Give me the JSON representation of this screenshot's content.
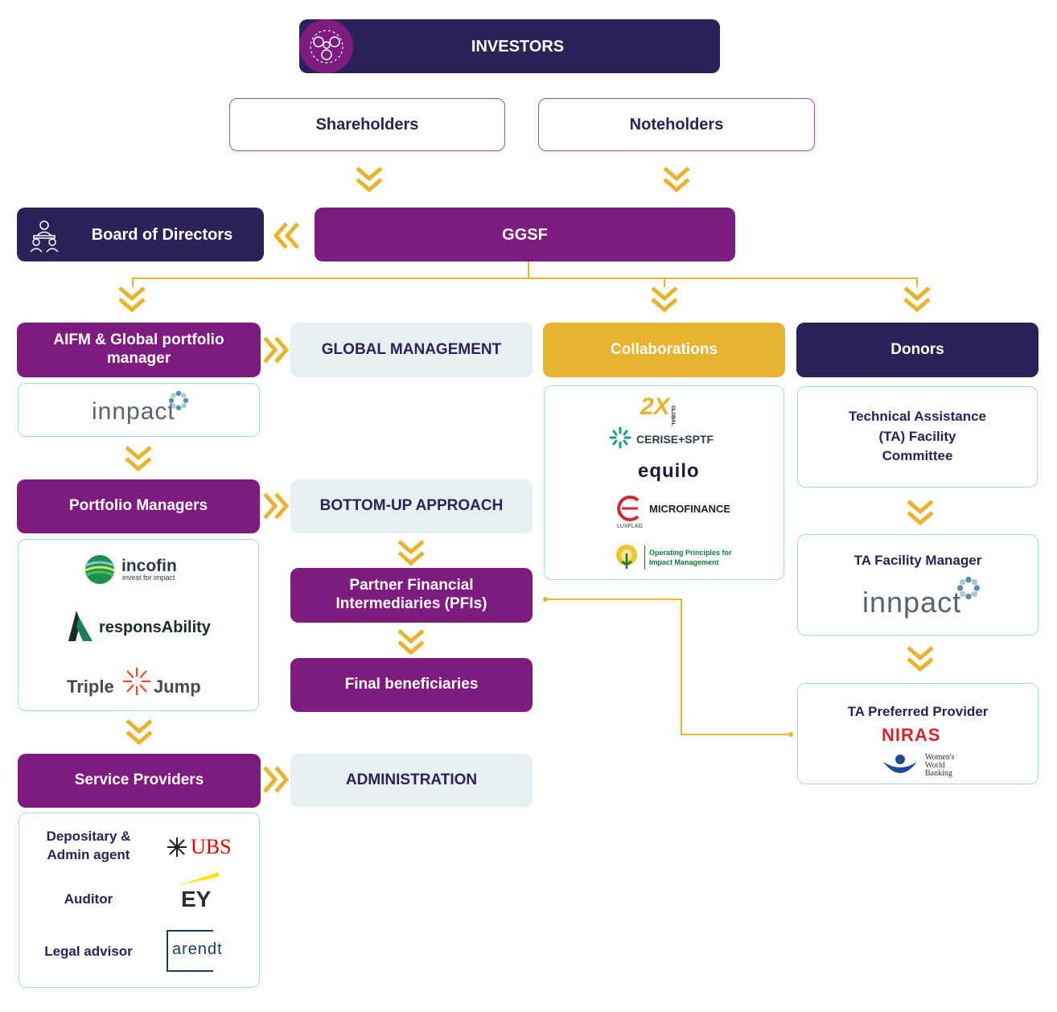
{
  "investors": {
    "title": "INVESTORS"
  },
  "shareholders": "Shareholders",
  "noteholders": "Noteholders",
  "board": "Board of Directors",
  "ggsf": "GGSF",
  "aifm": "AIFM & Global portfolio manager",
  "global_management": "GLOBAL MANAGEMENT",
  "collaborations": "Collaborations",
  "donors": "Donors",
  "portfolio_managers": "Portfolio Managers",
  "bottom_up": "BOTTOM-UP APPROACH",
  "pfi": "Partner Financial Intermediaries (PFIs)",
  "final_beneficiaries": "Final beneficiaries",
  "service_providers": "Service Providers",
  "administration": "ADMINISTRATION",
  "ta_committee": "Technical Assistance (TA) Facility Committee",
  "ta_manager": "TA Facility Manager",
  "ta_provider": "TA Preferred Provider",
  "service_roles": {
    "depositary": "Depositary & Admin agent",
    "auditor": "Auditor",
    "legal": "Legal advisor"
  },
  "logos": {
    "innpact": "innpact",
    "incofin": "incofin",
    "incofin_tagline": "invest for impact",
    "responsability": "responsAbility",
    "triple": "Triple",
    "jump": "Jump",
    "ubs": "UBS",
    "ey": "EY",
    "arendt": "arendt",
    "twox": "2X",
    "twox_small": "GLOBAL",
    "cerise": "CERISE+SPTF",
    "equilo": "equilo",
    "microfinance": "MICROFINANCE",
    "luxflag": "LUXFLAG",
    "opim_line1": "Operating Principles for",
    "opim_line2": "Impact Management",
    "niras": "NIRAS",
    "wwb_line1": "Women's",
    "wwb_line2": "World",
    "wwb_line3": "Banking"
  },
  "colors": {
    "purple": "#7d1b7e",
    "navy": "#2c2158",
    "gold": "#e8b32e",
    "grey": "#e6f0f2",
    "teal_border": "#a9d9dc"
  }
}
